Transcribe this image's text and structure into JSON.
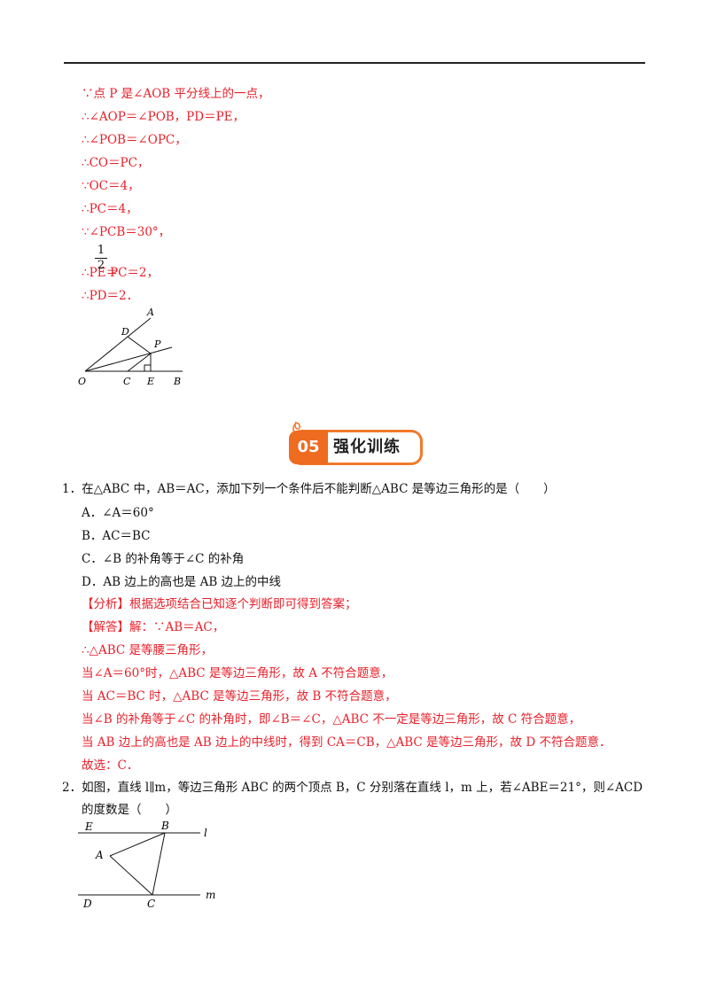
{
  "solution_top": [
    "∵点 P 是∠AOB 平分线上的一点，",
    "∴∠AOP＝∠POB，PD＝PE，",
    "∴∠POB＝∠OPC，",
    "∴CO＝PC，",
    "∵OC＝4，",
    "∴PC＝4，",
    "∵∠PCB＝30°，",
    "∴PE＝",
    "PC＝2，",
    "∴PD＝2．"
  ],
  "fraction": {
    "numerator": "1",
    "denominator": "2"
  },
  "figure1_labels": {
    "A": "A",
    "D": "D",
    "P": "P",
    "O": "O",
    "C": "C",
    "E": "E",
    "B": "B"
  },
  "section": {
    "number": "05",
    "title": "强化训练"
  },
  "q1": {
    "stem": "1．在△ABC 中，AB＝AC，添加下列一个条件后不能判断△ABC 是等边三角形的是（　　）",
    "options": [
      "A．∠A＝60°",
      "B．AC＝BC",
      "C．∠B 的补角等于∠C 的补角",
      "D．AB 边上的高也是 AB 边上的中线"
    ],
    "analysis": "【分析】根据选项结合已知逐个判断即可得到答案；",
    "answer_lines": [
      "【解答】解：∵AB＝AC，",
      "∴△ABC 是等腰三角形，",
      "当∠A＝60°时，△ABC 是等边三角形，故 A 不符合题意，",
      "当 AC＝BC 时，△ABC 是等边三角形，故 B 不符合题意，",
      "当∠B 的补角等于∠C 的补角时，即∠B＝∠C，△ABC 不一定是等边三角形，故 C 符合题意，",
      "当 AB 边上的高也是 AB 边上的中线时，得到 CA＝CB，△ABC 是等边三角形，故 D 不符合题意．",
      "故选：C．"
    ]
  },
  "q2": {
    "stem_line1": "2．如图，直线 l∥m，等边三角形 ABC 的两个顶点 B，C 分别落在直线 l，m 上，若∠ABE＝21°，则∠ACD",
    "stem_line2": "的度数是（　　）"
  },
  "figure2_labels": {
    "E": "E",
    "B": "B",
    "l": "l",
    "A": "A",
    "D": "D",
    "C": "C",
    "m": "m"
  }
}
